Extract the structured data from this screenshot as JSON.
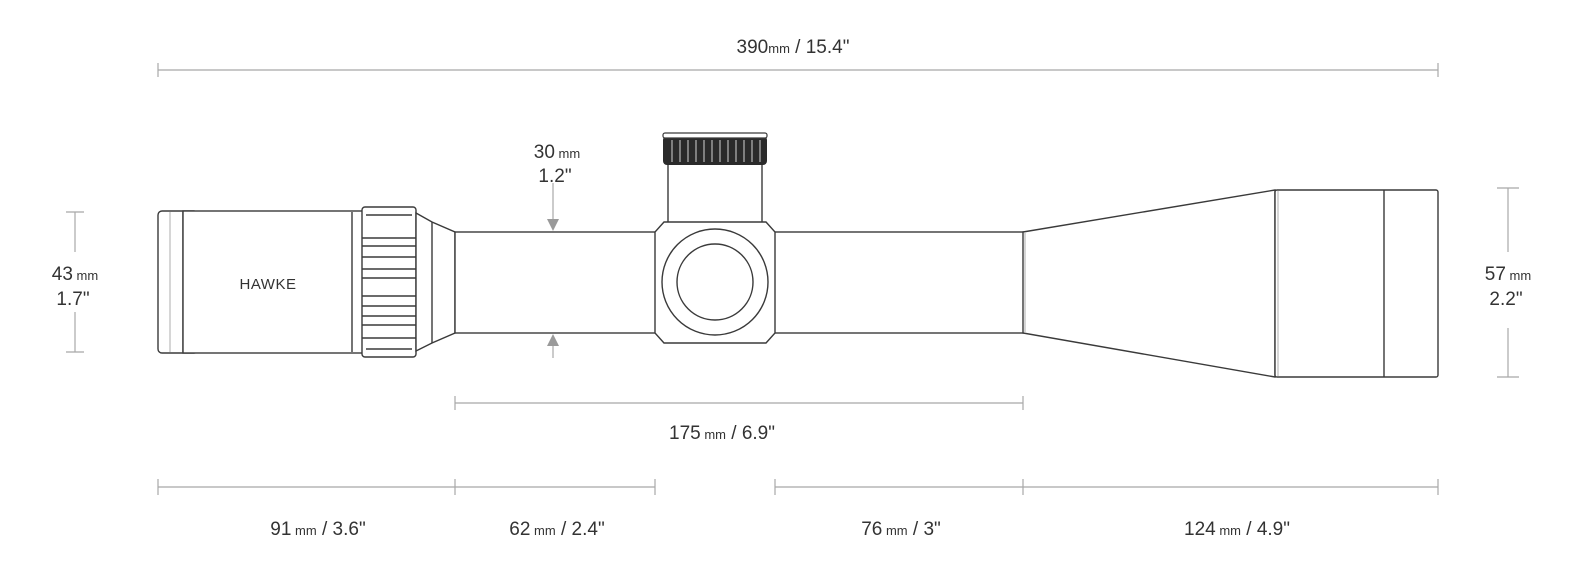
{
  "brand": "HAWKE",
  "colors": {
    "outline": "#3a3a3a",
    "dimension_line": "#a8a8a8",
    "text": "#333333",
    "knurl": "#2a2a2a"
  },
  "dimensions": {
    "overall_length": {
      "value": "390",
      "unit": "mm",
      "imperial": " / 15.4\""
    },
    "tube_diameter": {
      "value": "30",
      "unit": " mm",
      "imperial": "1.2\""
    },
    "eyepiece_diameter": {
      "value": "43",
      "unit": " mm",
      "imperial": "1.7\""
    },
    "objective_diameter": {
      "value": "57",
      "unit": " mm",
      "imperial": "2.2\""
    },
    "mounting_length": {
      "value": "175",
      "unit": " mm",
      "imperial": " / 6.9\""
    },
    "segments": [
      {
        "value": "91",
        "unit": " mm",
        "imperial": " / 3.6\""
      },
      {
        "value": "62",
        "unit": " mm",
        "imperial": " / 2.4\""
      },
      {
        "value": "76",
        "unit": " mm",
        "imperial": " / 3\""
      },
      {
        "value": "124",
        "unit": " mm",
        "imperial": " / 4.9\""
      }
    ]
  }
}
